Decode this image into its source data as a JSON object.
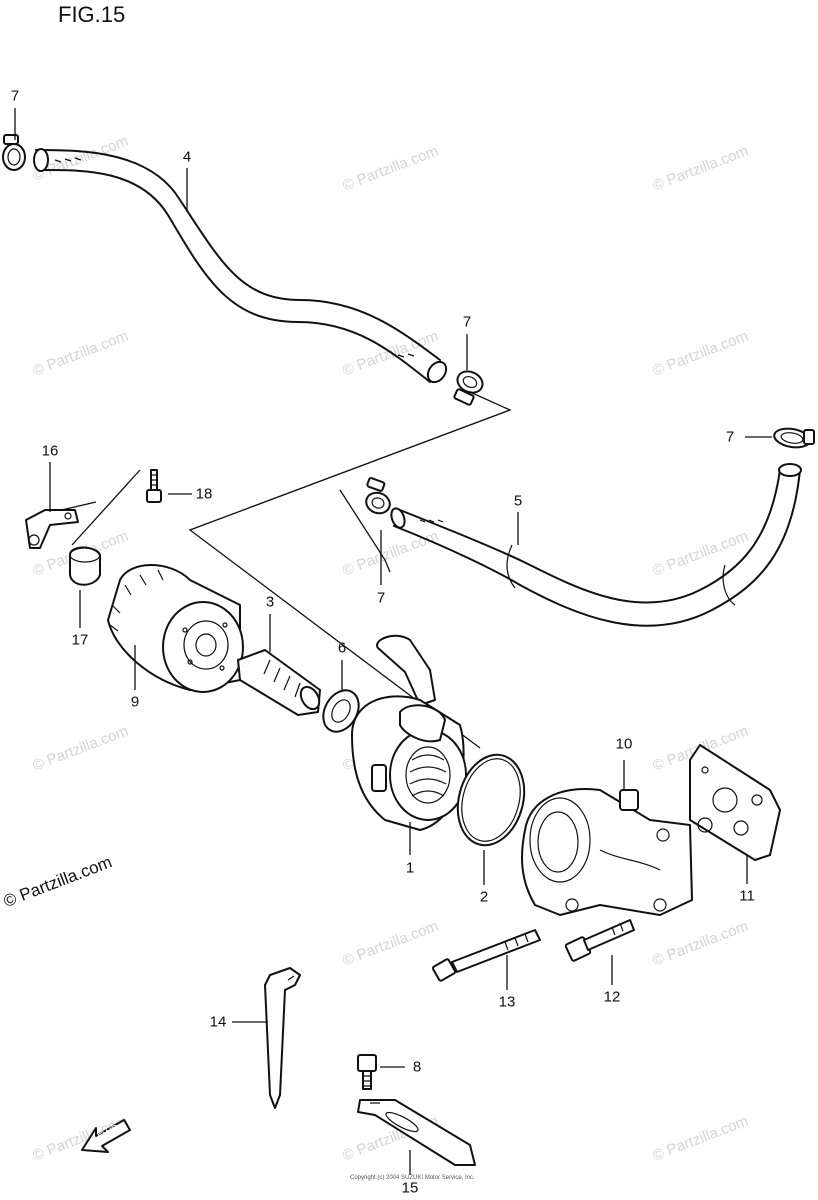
{
  "figure_title": "FIG.15",
  "brand_mark": "© Partzilla.com",
  "watermark_text": "© Partzilla.com",
  "copyright_note": "Copyright (c) 2004 SUZUKI Motor Service, Inc.",
  "callouts": {
    "c1": "1",
    "c2": "2",
    "c3": "3",
    "c4": "4",
    "c5": "5",
    "c6": "6",
    "c7a": "7",
    "c7b": "7",
    "c7c": "7",
    "c7d": "7",
    "c8": "8",
    "c9": "9",
    "c10": "10",
    "c11": "11",
    "c12": "12",
    "c13": "13",
    "c14": "14",
    "c15": "15",
    "c16": "16",
    "c17": "17",
    "c18": "18"
  },
  "fwd_label": "FWD",
  "colors": {
    "line": "#111111",
    "watermark": "#d4d4d4",
    "background": "#ffffff"
  }
}
